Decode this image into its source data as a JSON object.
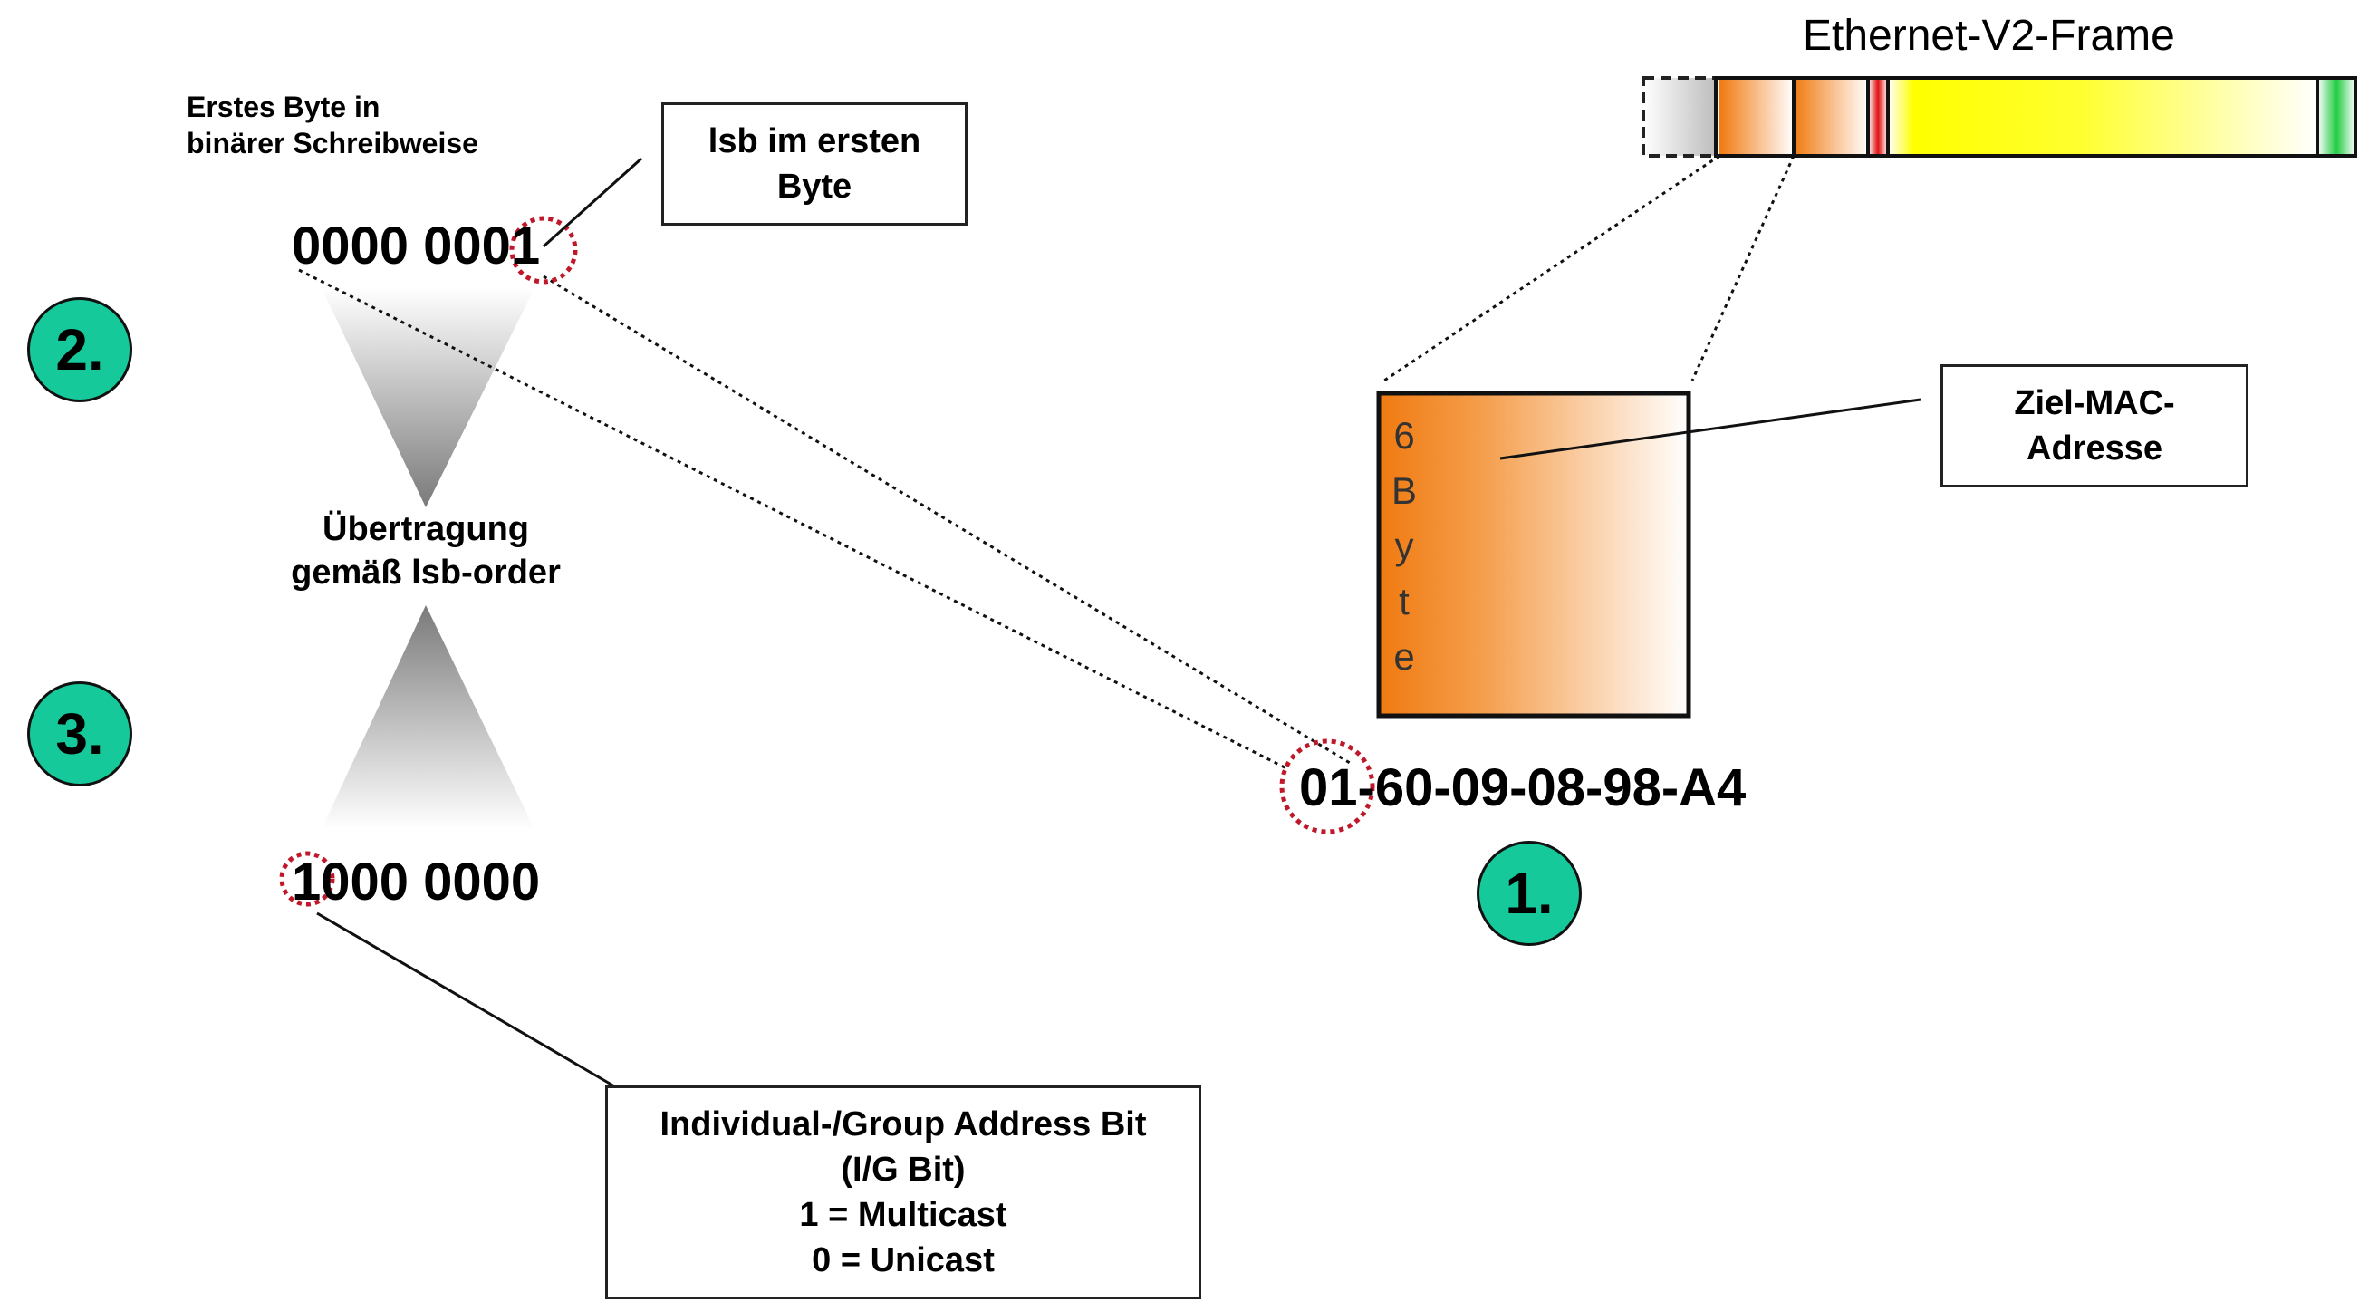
{
  "frame_title": "Ethernet-V2-Frame",
  "first_byte_caption": [
    "Erstes Byte in",
    "binärer Schreibweise"
  ],
  "lsb_box": [
    "lsb im ersten",
    "Byte"
  ],
  "binary_original": "0000 0001",
  "binary_transmitted": "1000 0000",
  "transfer_caption": [
    "Übertragung",
    "gemäß lsb-order"
  ],
  "dest_mac_box": [
    "Ziel-MAC-",
    "Adresse"
  ],
  "six_byte_letters": [
    "6",
    "B",
    "y",
    "t",
    "e"
  ],
  "mac_address": "01-60-09-08-98-A4",
  "ig_bit_box": [
    "Individual-/Group Address Bit",
    "(I/G Bit)",
    "1 = Multicast",
    "0 = Unicast"
  ],
  "badges": [
    "1.",
    "2.",
    "3."
  ],
  "colors": {
    "badge": "#16c99a",
    "mac_field": "#f07a10",
    "payload": "#ffff00",
    "fcs": "#22cc44",
    "marker_circle": "#c0182a"
  }
}
